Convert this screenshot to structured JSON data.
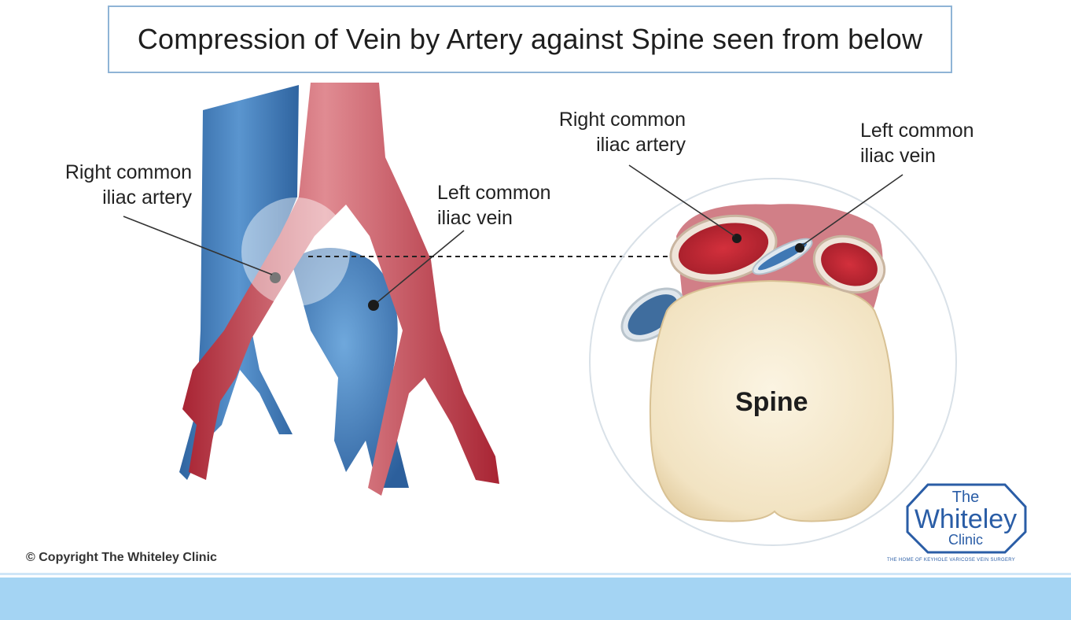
{
  "title": "Compression of Vein by Artery against Spine seen from below",
  "left_view": {
    "artery_label": [
      "Right common",
      "iliac artery"
    ],
    "vein_label": [
      "Left common",
      "iliac vein"
    ]
  },
  "right_view": {
    "artery_label": [
      "Right common",
      "iliac artery"
    ],
    "vein_label": [
      "Left common",
      "iliac vein"
    ],
    "spine_label": "Spine"
  },
  "copyright": "© Copyright The Whiteley Clinic",
  "logo": {
    "line1": "The",
    "line2": "Whiteley",
    "line3": "Clinic",
    "tagline": "THE HOME OF KEYHOLE VARICOSE VEIN SURGERY"
  },
  "colors": {
    "artery": "#c0333f",
    "vein": "#3e7ab8",
    "spine": "#f5ead0",
    "frame": "#8fb4d6",
    "footer": "#a4d4f3",
    "logo": "#2a5da6"
  }
}
